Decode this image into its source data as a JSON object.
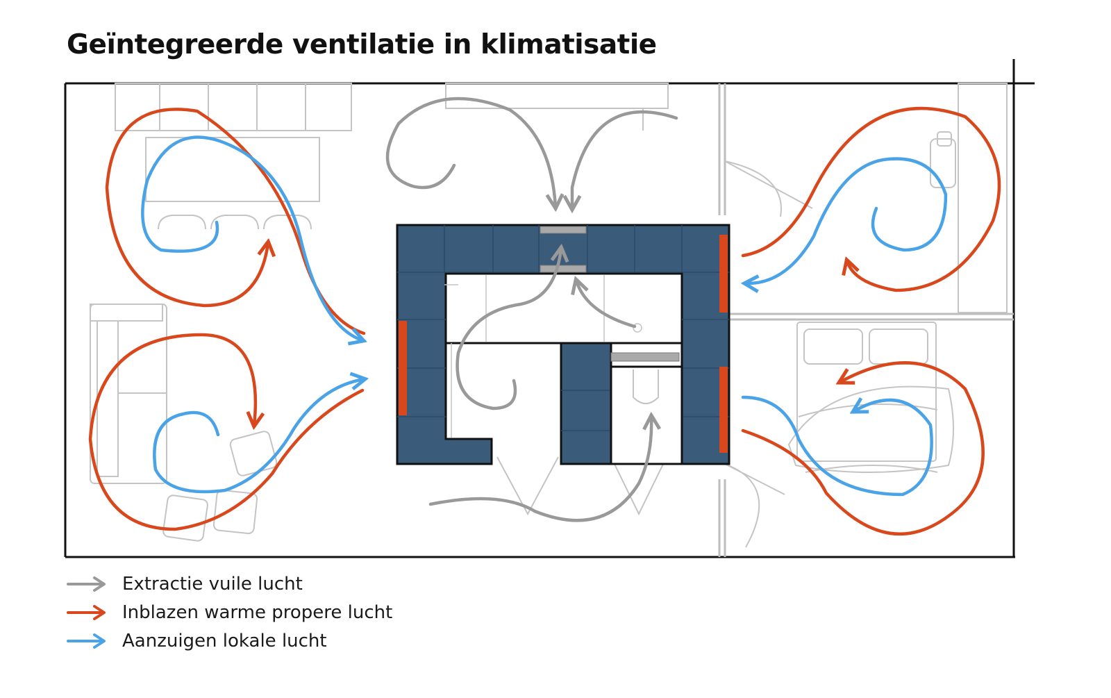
{
  "title": "Geïntegreerde ventilatie in klimatisatie",
  "colors": {
    "extraction": "#999999",
    "supply": "#d9481c",
    "local": "#4aa3e6",
    "core_fill": "#3b5b7a",
    "vent_slot": "#a9a9a9",
    "wall": "#111111",
    "furniture": "#bdbdbd"
  },
  "legend": [
    {
      "label": "Extractie vuile lucht",
      "color_key": "extraction"
    },
    {
      "label": "Inblazen warme propere lucht",
      "color_key": "supply"
    },
    {
      "label": "Aanzuigen lokale lucht",
      "color_key": "local"
    }
  ]
}
